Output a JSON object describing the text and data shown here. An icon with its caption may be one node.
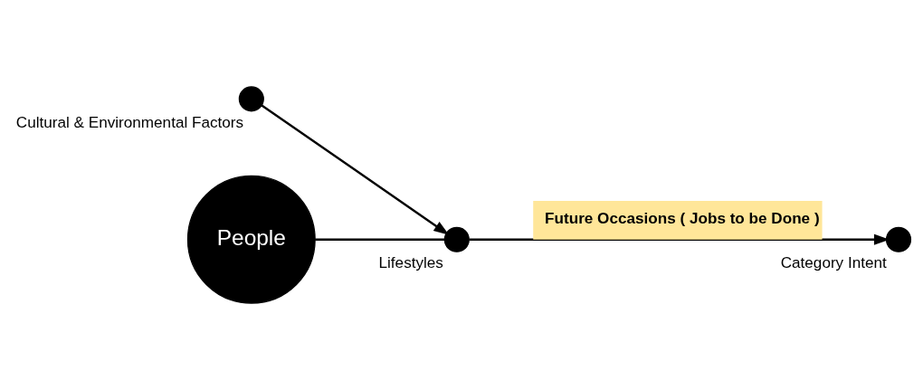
{
  "diagram": {
    "nodes": [
      {
        "text": [
          "People"
        ]
      },
      {
        "text": [
          "Lifestyles"
        ]
      },
      {
        "text": [
          "Category Intent"
        ]
      },
      {
        "text": [
          "Cultural & Environmental Factors"
        ]
      }
    ],
    "edges": [
      {
        "from": 0,
        "to": 1,
        "arrow": "none"
      },
      {
        "from": 3,
        "to": 1,
        "arrow": "to"
      },
      {
        "from": 1,
        "to": 2,
        "arrow": "to",
        "label": "Future Occasions ( Jobs to be Done )"
      }
    ]
  }
}
